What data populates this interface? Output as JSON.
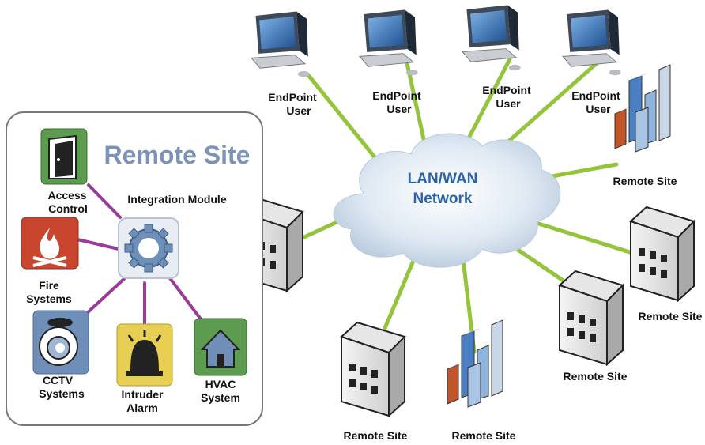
{
  "remote_site_panel": {
    "title": "Remote Site",
    "hub_label": "Integration Module",
    "devices": [
      {
        "line1": "Access",
        "line2": "Control",
        "icon": "door-icon"
      },
      {
        "line1": "Fire",
        "line2": "Systems",
        "icon": "fire-icon"
      },
      {
        "line1": "CCTV",
        "line2": "Systems",
        "icon": "camera-icon"
      },
      {
        "line1": "Intruder",
        "line2": "Alarm",
        "icon": "bell-icon"
      },
      {
        "line1": "HVAC",
        "line2": "System",
        "icon": "house-icon"
      }
    ]
  },
  "network": {
    "line1": "LAN/WAN",
    "line2": "Network"
  },
  "endpoints": [
    {
      "line1": "EndPoint",
      "line2": "User"
    },
    {
      "line1": "EndPoint",
      "line2": "User"
    },
    {
      "line1": "EndPoint",
      "line2": "User"
    },
    {
      "line1": "EndPoint",
      "line2": "User"
    }
  ],
  "remote_sites": [
    {
      "label": "Remote Site",
      "icon": "bar-chart-icon"
    },
    {
      "label": "Remote Site",
      "icon": "building-icon"
    },
    {
      "label": "Remote Site",
      "icon": "building-icon"
    },
    {
      "label": "Remote Site",
      "icon": "bar-chart-icon"
    },
    {
      "label": "Remote Site",
      "icon": "building-icon"
    }
  ],
  "colors": {
    "network_link": "#94c43c",
    "device_link": "#9b3a9b",
    "panel_border": "#777777",
    "title": "#7b93b8",
    "cloud_text": "#2b63a8"
  }
}
